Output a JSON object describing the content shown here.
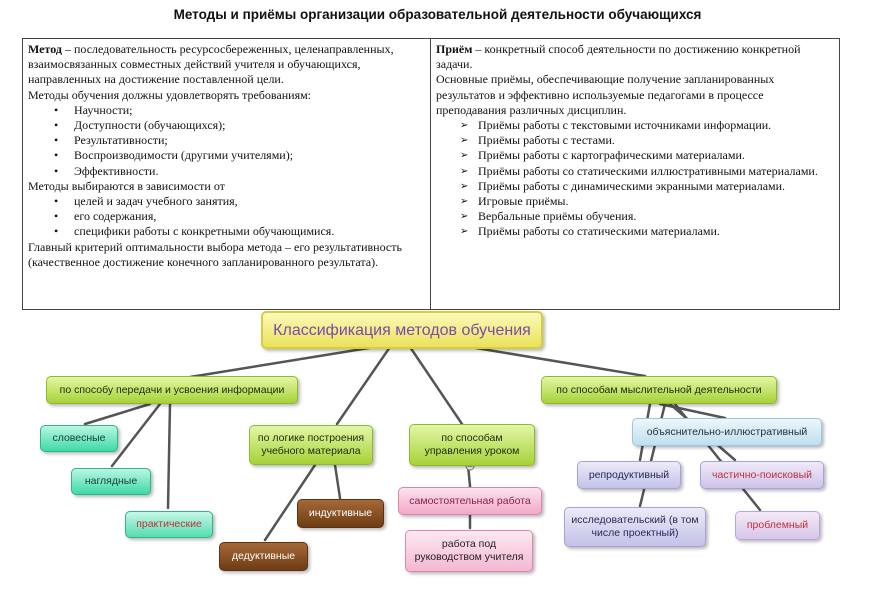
{
  "title": "Методы и приёмы организации образовательной деятельности обучающихся",
  "left": {
    "method_term": "Метод",
    "method_def": " – последовательность ресурсосбереженных, целенаправленных, взаимосвязанных совместных действий учителя и обучающихся, направленных на достижение поставленной цели.",
    "requirements_intro": "Методы   обучения   должны удовлетворять   требованиям:",
    "requirements": [
      "Научности;",
      "Доступности (обучающихся);",
      "Результативности;",
      "Воспроизводимости (другими учителями);",
      "Эффективности."
    ],
    "depends_intro": "Методы выбираются  в зависимости от",
    "depends": [
      "целей и задач учебного занятия,",
      "его содержания,",
      "специфики работы с конкретными обучающимися."
    ],
    "criterion": "Главный критерий оптимальности выбора метода – его результативность (качественное достижение конечного запланированного результата)."
  },
  "right": {
    "technique_term": "Приём",
    "technique_def": " – конкретный способ деятельности по достижению конкретной задачи.",
    "main_intro": "Основные приёмы, обеспечивающие получение запланированных результатов и эффективно используемые  педагогами  в процессе преподавания различных  дисциплин.",
    "techniques": [
      "Приёмы работы с текстовыми источниками информации.",
      "Приёмы работы с тестами.",
      "Приёмы работы с картографическими материалами.",
      "Приёмы работы со статическими иллюстративными материалами.",
      "Приёмы работы с динамическими экранными материалами.",
      "Игровые приёмы.",
      "Вербальные приёмы обучения.",
      "Приёмы работы со статическими материалами."
    ]
  },
  "mindmap": {
    "root": "Классификация методов обучения",
    "branch_transfer": "по способу передачи и усвоения информации",
    "verbal": "словесные",
    "visual": "наглядные",
    "practical": "практические",
    "branch_logic": "по логике построения учебного материала",
    "inductive": "индуктивные",
    "deductive": "дедуктивные",
    "branch_management": "по способам управления уроком",
    "independent": "самостоятельная работа",
    "guided": "работа под руководством учителя",
    "branch_thinking": "по  способам мыслительной деятельности",
    "explanatory": "объяснительно-иллюстративный",
    "reproductive": "репродуктивный",
    "partial_search": "частично-поисковый",
    "research": "исследовательский (в том числе проектный)",
    "problem": "проблемный"
  },
  "colors": {
    "root_fill": "#f4ef8a",
    "root_text": "#7b4aa8",
    "branch_green": "#b9dd55",
    "teal": "#5fe0b8",
    "brown": "#8a5226",
    "pink": "#f6b7d2",
    "light_blue": "#cde6f2",
    "lavender": "#d0cff0",
    "connector": "#555555"
  }
}
